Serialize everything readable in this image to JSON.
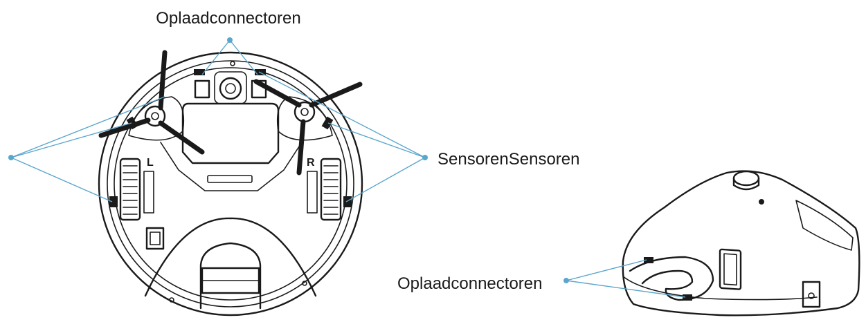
{
  "labels": {
    "top_charging": "Oplaadconnectoren",
    "sensors": "SensorenSensoren",
    "base_charging": "Oplaadconnectoren"
  },
  "colors": {
    "leader": "#5aa6cc",
    "ink": "#1a1a1a"
  },
  "robot_marks": {
    "left_wheel": "L",
    "right_wheel": "R"
  }
}
